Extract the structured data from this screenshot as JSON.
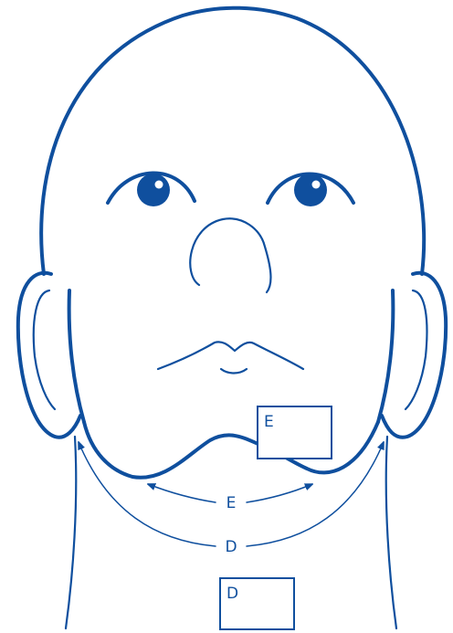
{
  "colors": {
    "line": "#0f4f9e",
    "background": "#ffffff"
  },
  "pads": {
    "upper_pad": {
      "label": "E"
    },
    "lower_pad": {
      "label": "D"
    }
  },
  "arcs": {
    "inner_arc": {
      "label": "E"
    },
    "outer_arc": {
      "label": "D"
    }
  }
}
